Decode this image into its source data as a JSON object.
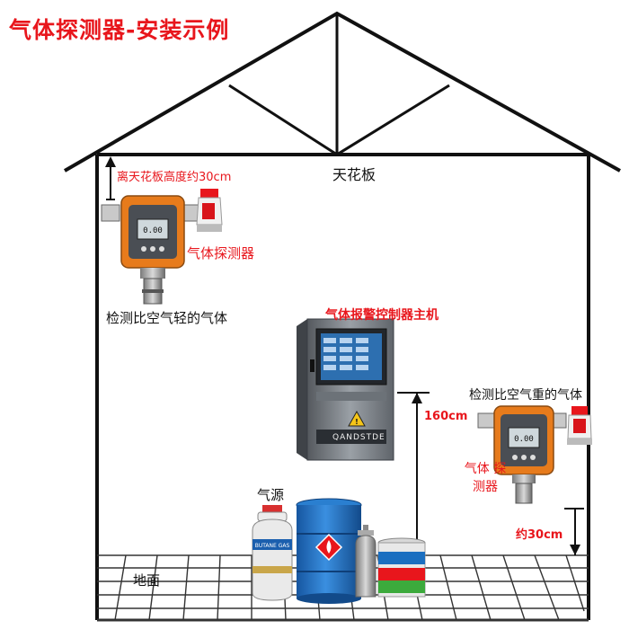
{
  "title": "气体探测器-安装示例",
  "labels": {
    "ceiling_distance": "离天花板高度约30cm",
    "ceiling": "天花板",
    "detector_left": "气体探测器",
    "light_gas": "检测比空气轻的气体",
    "controller": "气体报警控制器主机",
    "heavy_gas": "检测比空气重的气体",
    "height_160": "160cm",
    "detector_right": "气体 探测器",
    "distance_30": "约30cm",
    "gas_source": "气源",
    "floor": "地面"
  },
  "controller_brand": "QANDSTDE",
  "colors": {
    "accent_red": "#e8161c",
    "detector_orange": "#e77b1c",
    "drum_blue": "#1e6fc0",
    "line_black": "#111111"
  },
  "icons": [
    "up-arrow-icon",
    "down-arrow-icon",
    "flame-hazard-icon",
    "warning-triangle-icon"
  ]
}
